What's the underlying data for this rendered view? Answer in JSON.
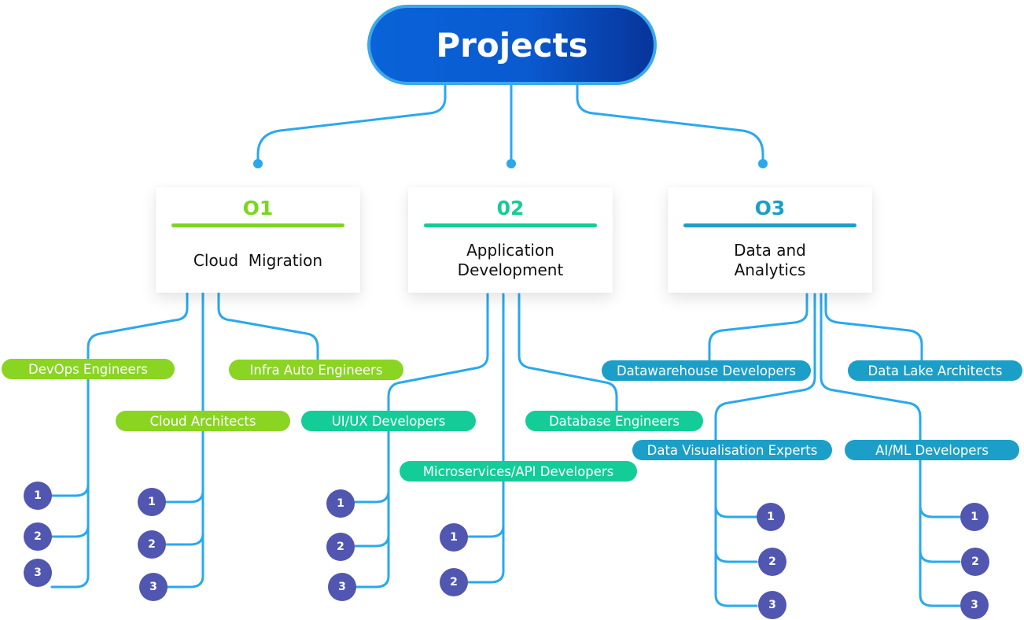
{
  "root": {
    "label": "Projects"
  },
  "sections": [
    {
      "number": "O1",
      "title": "Cloud  Migration",
      "color": "#7bd61f"
    },
    {
      "number": "02",
      "title": "Application Development",
      "color": "#14cc98"
    },
    {
      "number": "O3",
      "title": "Data and Analytics",
      "color": "#1b9fc8"
    }
  ],
  "roles": {
    "cloud": [
      "DevOps Engineers",
      "Infra Auto Engineers",
      "Cloud Architects"
    ],
    "app": [
      "UI/UX Developers",
      "Database Engineers",
      "Microservices/API Developers"
    ],
    "data": [
      "Datawarehouse Developers",
      "Data Lake Architects",
      "Data Visualisation Experts",
      "AI/ML Developers"
    ]
  },
  "steps": [
    "1",
    "2",
    "3"
  ],
  "colors": {
    "wire": "#2aa8ee",
    "root_fill": "#0a5ad0",
    "step_circle": "#5156b0"
  }
}
